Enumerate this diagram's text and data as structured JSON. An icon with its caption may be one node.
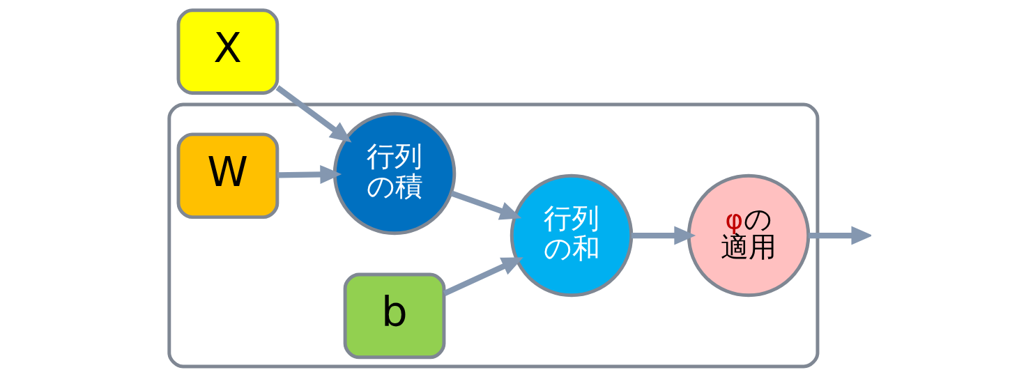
{
  "diagram": {
    "nodes": [
      {
        "text": [
          "X"
        ]
      },
      {
        "text": [],
        "shape": "box"
      },
      {
        "text": [
          "W"
        ],
        "in": 1
      },
      {
        "text": [
          "b"
        ],
        "in": 1
      },
      {
        "text": [
          "行列の積"
        ],
        "in": 1
      },
      {
        "text": [
          "行列の和"
        ],
        "in": 1
      },
      {
        "text": [
          "φの適用"
        ],
        "in": 1
      }
    ],
    "edges": [
      {
        "from": 0,
        "to": 4,
        "arrow": "to"
      },
      {
        "from": 2,
        "to": 4,
        "arrow": "to"
      },
      {
        "from": 3,
        "to": 5,
        "arrow": "to"
      },
      {
        "from": 4,
        "to": 5,
        "arrow": "to"
      },
      {
        "from": 5,
        "to": 6,
        "arrow": "to"
      },
      {
        "from": 6,
        "to": null,
        "arrow": "to"
      }
    ]
  }
}
